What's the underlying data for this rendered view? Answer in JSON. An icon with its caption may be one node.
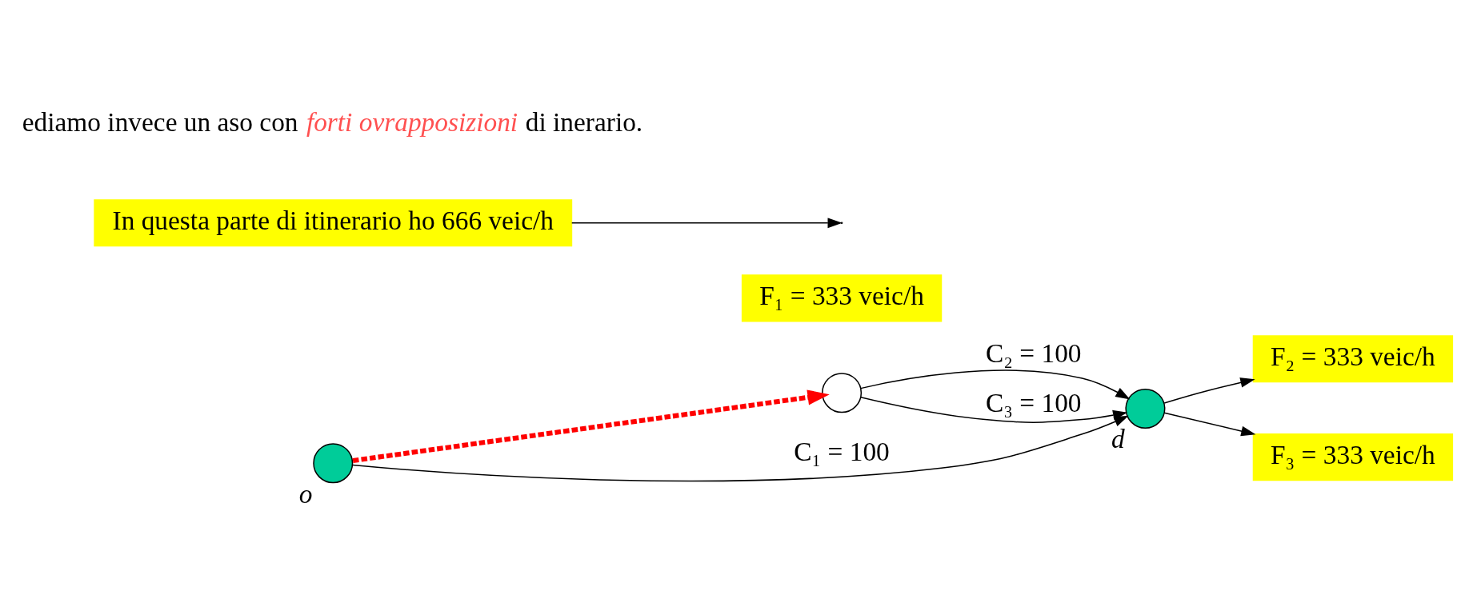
{
  "diagram": {
    "nodes": [
      {
        "text": [],
        "shape": "circle",
        "beside": [
          "o"
        ]
      },
      {
        "text": [],
        "shape": "circle"
      },
      {
        "text": [],
        "shape": "circle",
        "beside": [
          "d"
        ]
      },
      {
        "text": [
          "F₁ = 333 veic/h"
        ]
      },
      {
        "text": [
          "F₂ = 333 veic/h"
        ]
      },
      {
        "text": [
          "F₃ = 333 veic/h"
        ]
      },
      {
        "text": [
          "In questa parte di itinerario ho 666 veic/h"
        ]
      }
    ],
    "edges": [
      {
        "from": 0,
        "to": 2,
        "arrow": "to",
        "label": "C₁ = 100"
      },
      {
        "from": 0,
        "to": 1,
        "arrow": "to",
        "style": "dashed",
        "color": "#ff0000"
      },
      {
        "from": 1,
        "to": 2,
        "arrow": "to",
        "label": "C₂ = 100"
      },
      {
        "from": 1,
        "to": 2,
        "arrow": "to",
        "label": "C₃ = 100"
      },
      {
        "from": 2,
        "to": 4,
        "arrow": "to"
      },
      {
        "from": 2,
        "to": 5,
        "arrow": "to"
      },
      {
        "from": 6,
        "to": null,
        "arrow": "to"
      }
    ],
    "labels": [
      "ediamo invece un aso con *forti ovrapposizioni* di inerario."
    ]
  }
}
